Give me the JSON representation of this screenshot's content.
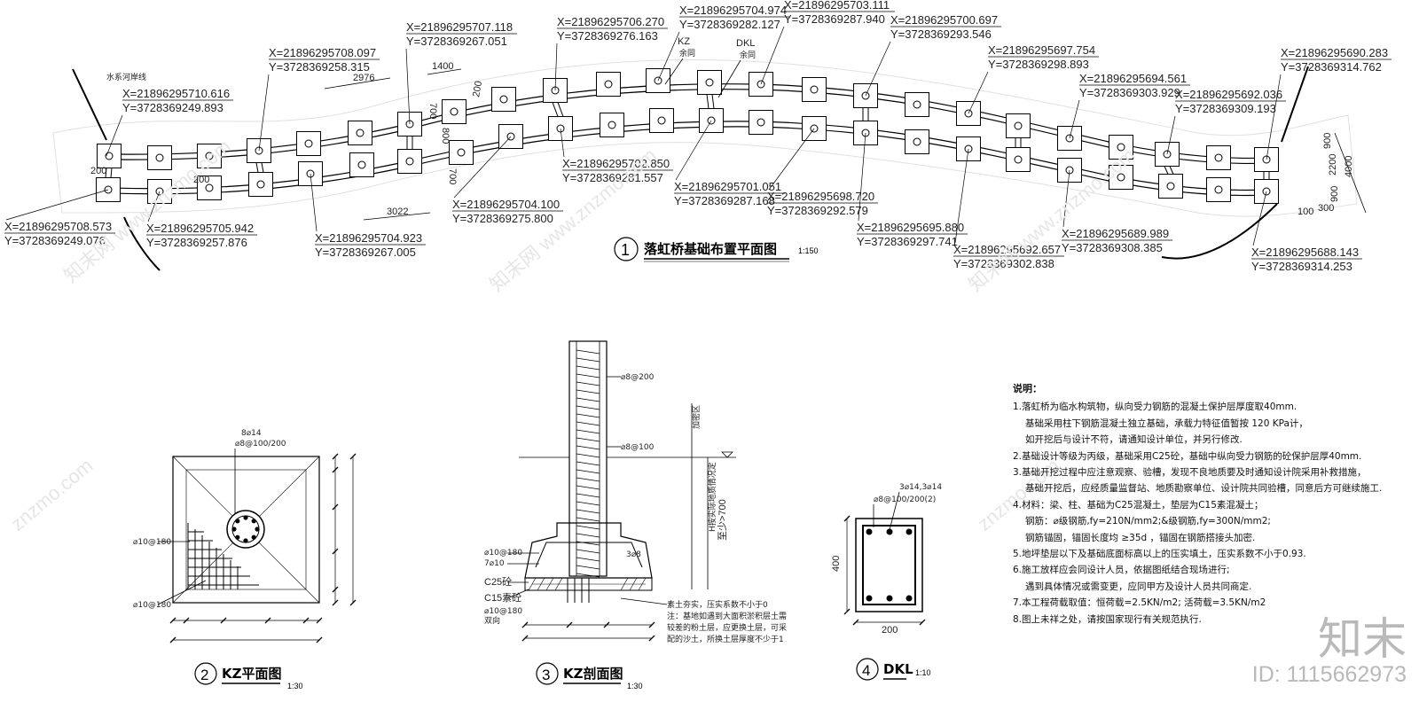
{
  "plan": {
    "title": "落虹桥基础布置平面图",
    "number": "1",
    "scale": "1:150",
    "river_label": "水系河岸线",
    "kz_label": "KZ",
    "dkl_label": "DKL",
    "kz_sub": "余同",
    "dkl_sub": "余同",
    "coordinates": [
      {
        "x": "X=21896295710.616",
        "y": "Y=3728369249.893"
      },
      {
        "x": "X=21896295708.097",
        "y": "Y=3728369258.315"
      },
      {
        "x": "X=21896295707.118",
        "y": "Y=3728369267.051"
      },
      {
        "x": "X=21896295706.270",
        "y": "Y=3728369276.163"
      },
      {
        "x": "X=21896295704.974",
        "y": "Y=3728369282.127"
      },
      {
        "x": "X=21896295703.111",
        "y": "Y=3728369287.940"
      },
      {
        "x": "X=21896295700.697",
        "y": "Y=3728369293.546"
      },
      {
        "x": "X=21896295697.754",
        "y": "Y=3728369298.893"
      },
      {
        "x": "X=21896295694.561",
        "y": "Y=3728369303.929"
      },
      {
        "x": "X=21896295692.036",
        "y": "Y=3728369309.193"
      },
      {
        "x": "X=21896295690.283",
        "y": "Y=3728369314.762"
      },
      {
        "x": "X=21896295708.573",
        "y": "Y=3728369249.076"
      },
      {
        "x": "X=21896295705.942",
        "y": "Y=3728369257.876"
      },
      {
        "x": "X=21896295704.923",
        "y": "Y=3728369267.005"
      },
      {
        "x": "X=21896295704.100",
        "y": "Y=3728369275.800"
      },
      {
        "x": "X=21896295702.850",
        "y": "Y=3728369281.557"
      },
      {
        "x": "X=21896295701.051",
        "y": "Y=3728369287.168"
      },
      {
        "x": "X=21896295698.720",
        "y": "Y=3728369292.579"
      },
      {
        "x": "X=21896295695.880",
        "y": "Y=3728369297.741"
      },
      {
        "x": "X=21896295692.657",
        "y": "Y=3728369302.838"
      },
      {
        "x": "X=21896295689.989",
        "y": "Y=3728369308.385"
      },
      {
        "x": "X=21896295688.143",
        "y": "Y=3728369314.253"
      }
    ],
    "dims": {
      "d1400": "1400",
      "d2976": "2976",
      "d3022": "3022",
      "d200": "200",
      "d700": "700",
      "d800": "800",
      "d900": "900",
      "d2200": "2200",
      "d4000": "4000",
      "d100": "100",
      "d300": "300"
    }
  },
  "kz_plan": {
    "number": "2",
    "title": "KZ平面图",
    "scale": "1:30",
    "rebar_main": "8⌀14",
    "stirrup": "⌀8@100/200",
    "bottom_rebar_1": "⌀10@180",
    "bottom_rebar_2": "⌀10@180"
  },
  "kz_section": {
    "number": "3",
    "title": "KZ剖面图",
    "scale": "1:30",
    "stirrup_top": "⌀8@200",
    "stirrup_mid": "⌀8@100",
    "footing_bar": "⌀10@180",
    "footing_7": "7⌀10",
    "footing_3": "3⌀8",
    "c25": "C25砼",
    "c15": "C15素砼",
    "bottom_bar": "⌀10@180",
    "bottom_bar_sub": "双向",
    "depth_note": "H按实际地质情况定",
    "depth_min": "至少>700",
    "side_note": "加密区",
    "soil_note": "素土夯实，压实系数不小于0",
    "soil_note2": "注：基地如遇到大面积淤积层土需",
    "soil_note3": "较差的粉土层，应更换土层，可采",
    "soil_note4": "配的沙土，所换土层厚度不少于1"
  },
  "dkl": {
    "number": "4",
    "title": "DKL",
    "scale": "1:10",
    "rebar": "3⌀14,3⌀14",
    "stirrup": "⌀8@100/200(2)",
    "height": "400",
    "width": "200"
  },
  "notes": {
    "title": "说明：",
    "lines": [
      "1.落虹桥为临水构筑物，纵向受力钢筋的混凝土保护层厚度取40mm.",
      "基础采用柱下钢筋混凝土独立基础，承载力特征值暂按 120 KPa计，",
      "如开挖后与设计不符，请通知设计单位，并另行修改.",
      "2.基础设计等级为丙级，基础采用C25砼，基础中纵向受力钢筋的砼保护层厚40mm.",
      "3.基础开挖过程中应注意观察、验槽，发现不良地质要及时通知设计院采用补救措施，",
      "基础开挖后，应经质量监督站、地质勘察单位、设计院共同验槽，同意后方可继续施工.",
      "4.材料：梁、柱、基础为C25混凝土，垫层为C15素混凝土；",
      "钢筋：⌀级钢筋,fy=210N/mm2;&级钢筋,fy=300N/mm2;",
      "钢筋锚固，锚固长度均 ≥35d ，锚固在钢筋搭接头加密.",
      "5.地坪垫层以下及基础底面标高以上的压实填土，压实系数不小于0.93.",
      "6.施工放样应会同设计人员，依据图纸结合现场进行;",
      "遇到具体情况或需变更，应同甲方及设计人员共同商定.",
      "7.本工程荷载取值：恒荷载=2.5KN/m2; 活荷载=3.5KN/m2",
      "8.图上未祥之处，请按国家现行有关规范执行."
    ]
  },
  "watermark": {
    "logo": "知末",
    "id": "ID: 1115662973",
    "site": "znzmo.com",
    "brand": "知末网 www.znzmo.com"
  }
}
